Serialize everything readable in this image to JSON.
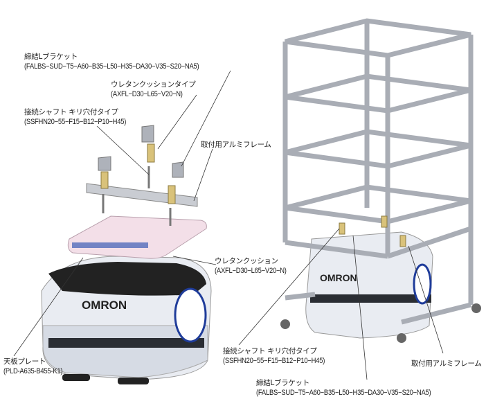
{
  "left_labels": {
    "bracket": {
      "name": "締結Lブラケット",
      "code": "(FALBS−SUD−T5−A60−B35−L50−H35−DA30−V35−S20−NA5)"
    },
    "cushion_type": {
      "name": "ウレタンクッションタイプ",
      "code": "(AXFL−D30−L65−V20−N)"
    },
    "shaft": {
      "name": "接続シャフト キリ穴付タイプ",
      "code": "(SSFHN20−55−F15−B12−P10−H45)"
    },
    "frame": {
      "name": "取付用アルミフレーム"
    },
    "cushion": {
      "name": "ウレタンクッション",
      "code": "(AXFL−D30−L65−V20−N)"
    },
    "plate": {
      "name": "天板プレート",
      "code": "(PLD-A635-B455-K1)"
    }
  },
  "right_labels": {
    "shaft": {
      "name": "接続シャフト キリ穴付タイプ",
      "code": "(SSFHN20−55−F15−B12−P10−H45)"
    },
    "frame": {
      "name": "取付用アルミフレーム"
    },
    "bracket": {
      "name": "締結Lブラケット",
      "code": "(FALBS−SUD−T5−A60−B35−L50−H35−DA30−V35−S20−NA5)"
    }
  },
  "robot_logo": "OMRON"
}
